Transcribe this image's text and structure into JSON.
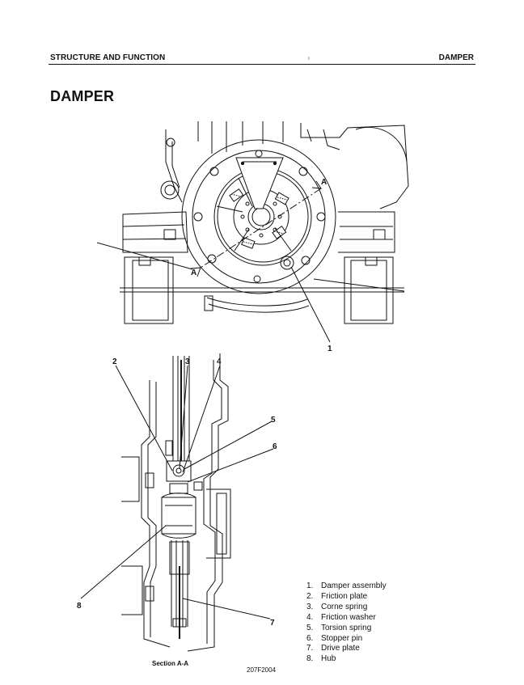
{
  "header": {
    "left": "STRUCTURE AND FUNCTION",
    "right": "DAMPER"
  },
  "title": "DAMPER",
  "figure_top": {
    "section_marks": [
      "A",
      "A"
    ],
    "callouts": [
      "1"
    ]
  },
  "figure_bottom": {
    "callouts": [
      "2",
      "3",
      "4",
      "5",
      "6",
      "7",
      "8"
    ],
    "caption": "Section A-A"
  },
  "figure_code": "207F2004",
  "legend": [
    {
      "num": "1.",
      "label": "Damper assembly"
    },
    {
      "num": "2.",
      "label": "Friction plate"
    },
    {
      "num": "3.",
      "label": "Corne spring"
    },
    {
      "num": "4.",
      "label": "Friction washer"
    },
    {
      "num": "5.",
      "label": "Torsion spring"
    },
    {
      "num": "6.",
      "label": "Stopper pin"
    },
    {
      "num": "7.",
      "label": "Drive plate"
    },
    {
      "num": "8.",
      "label": "Hub"
    }
  ]
}
